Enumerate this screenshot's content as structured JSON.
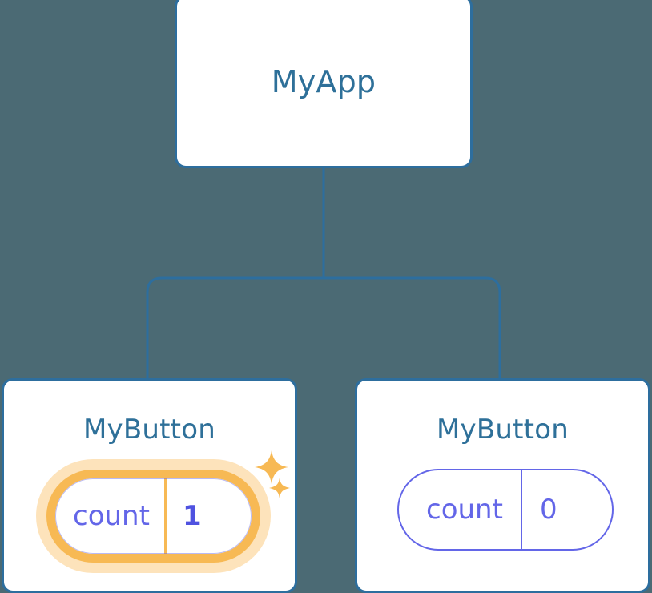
{
  "diagram": {
    "type": "component-tree",
    "background_color": "#4b6a74",
    "connector_color": "#2d6e9e",
    "card_border_color": "#2d6e9e",
    "title_text_color": "#2e7099",
    "state_text_color": "#6366e8",
    "highlight_color": "#f7b954",
    "highlight_glow_color": "#fde3bb",
    "root": {
      "label": "MyApp"
    },
    "children": [
      {
        "label": "MyButton",
        "state": {
          "key": "count",
          "value": "1"
        },
        "highlighted": true,
        "sparkles": [
          {
            "name": "sparkle-large-icon",
            "size": 40
          },
          {
            "name": "sparkle-small-icon",
            "size": 24
          }
        ]
      },
      {
        "label": "MyButton",
        "state": {
          "key": "count",
          "value": "0"
        },
        "highlighted": false,
        "sparkles": []
      }
    ]
  }
}
